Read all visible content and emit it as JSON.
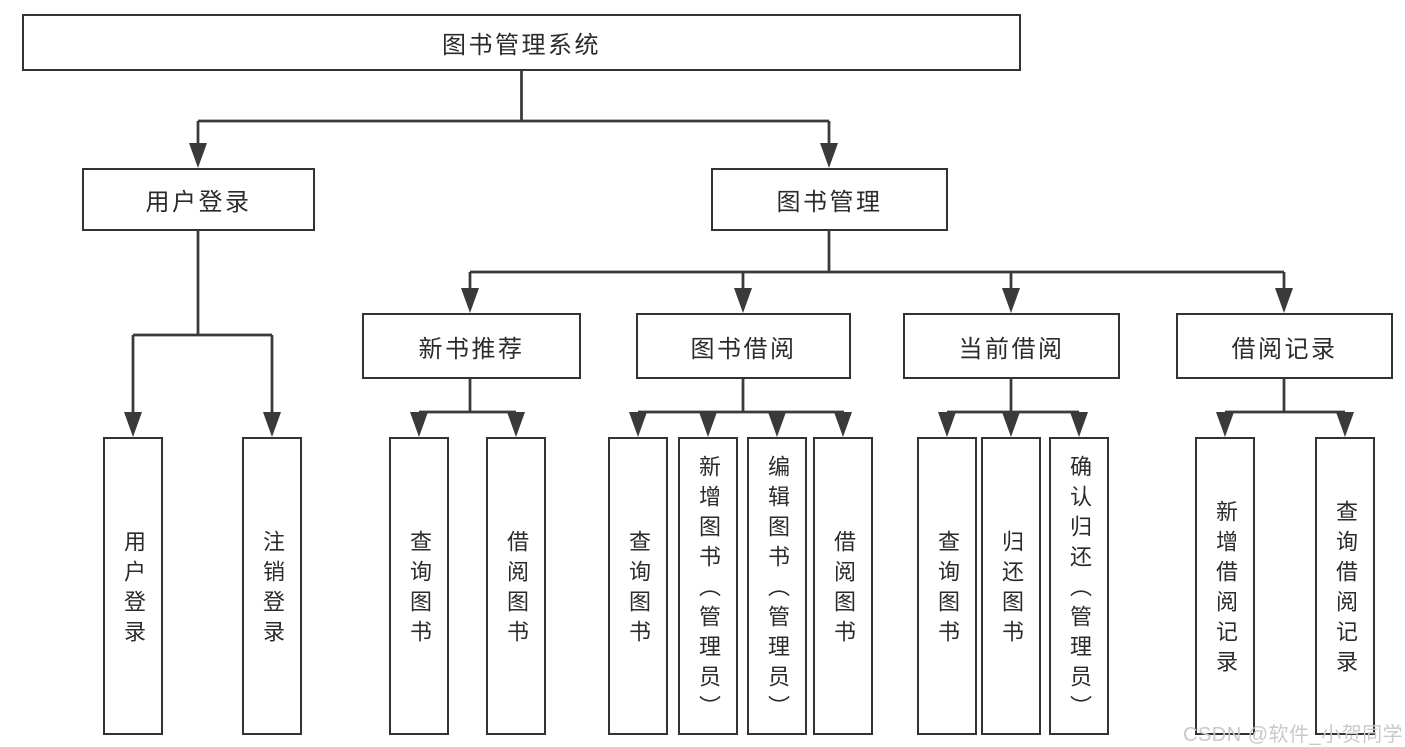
{
  "tree": {
    "label": "图书管理系统",
    "children": [
      {
        "label": "用户登录",
        "children": [
          {
            "label": "用户登录"
          },
          {
            "label": "注销登录"
          }
        ]
      },
      {
        "label": "图书管理",
        "children": [
          {
            "label": "新书推荐",
            "children": [
              {
                "label": "查询图书"
              },
              {
                "label": "借阅图书"
              }
            ]
          },
          {
            "label": "图书借阅",
            "children": [
              {
                "label": "查询图书"
              },
              {
                "label": "新增图书（管理员）"
              },
              {
                "label": "编辑图书（管理员）"
              },
              {
                "label": "借阅图书"
              }
            ]
          },
          {
            "label": "当前借阅",
            "children": [
              {
                "label": "查询图书"
              },
              {
                "label": "归还图书"
              },
              {
                "label": "确认归还（管理员）"
              }
            ]
          },
          {
            "label": "借阅记录",
            "children": [
              {
                "label": "新增借阅记录"
              },
              {
                "label": "查询借阅记录"
              }
            ]
          }
        ]
      }
    ]
  },
  "watermark": "CSDN @软件_小贺同学",
  "colors": {
    "background": "#ffffff",
    "line": "#3a3a3a",
    "box_border": "#333333",
    "text": "#2b2b2b",
    "watermark": "#c9c9c9"
  }
}
